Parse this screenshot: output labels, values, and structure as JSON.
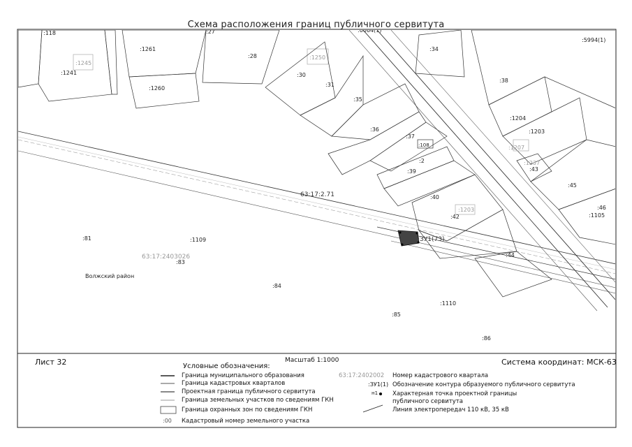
{
  "title": "Схема расположения границ публичного сервитута",
  "map": {
    "quarter_label": "63:17:2.71",
    "quarter_label2": "63:17:2403026",
    "easement_label": ":ЗУ1(73)",
    "district_label": "Волжский район",
    "parcels": {
      "p118": ":118",
      "p127": ":27",
      "p61": ":0064(1)",
      "p34": ":34",
      "p5994": ":5994(1)",
      "p1261": ":1261",
      "p28": ":28",
      "p1250": ":1250",
      "p1245": ":1245",
      "p1241": ":1241",
      "p30": ":30",
      "p31": ":31",
      "p38": ":38",
      "p1260": ":1260",
      "p35": ":35",
      "p1204": ":1204",
      "p1203": ":1203",
      "p36": ":36",
      "p37": ":37",
      "p108": ":108",
      "p1207": ":1207",
      "p1237": ":1237",
      "p43": ":43",
      "p2": ":2",
      "p39": ":39",
      "p45": ":45",
      "p40": ":40",
      "p1203b": ":1203",
      "p46": ":46",
      "p1105": ":1105",
      "p42": ":42",
      "p81": ":81",
      "p1109": ":1109",
      "p83": ":83",
      "p44": ":44",
      "p84": ":84",
      "p1110": ":1110",
      "p85": ":85",
      "p86": ":86"
    }
  },
  "footer": {
    "sheet": "Лист 32",
    "scale": "Масштаб 1:1000",
    "coord_system": "Система координат: МСК-63",
    "legend_title": "Условные обозначения:"
  },
  "legend": {
    "left": [
      "Граница муниципального образования",
      "Граница кадастровых кварталов",
      "Проектная граница публичного сервитута",
      "Граница земельных участков по сведениям ГКН",
      "Граница охранных зон по сведениям ГКН",
      "Кадастровый номер земельного участка"
    ],
    "left_sample_code": ":00",
    "right": [
      "Номер кадастрового квартала",
      "Обозначение контура образуемого публичного сервитута",
      "Характерная точка проектной границы",
      "публичного сервитута",
      "Линия электропередач 110 кВ, 35 кВ"
    ],
    "right_sample_quarter": "63:17:2402002",
    "right_sample_easement": ":ЗУ1(1)",
    "right_sample_point": "н1"
  }
}
